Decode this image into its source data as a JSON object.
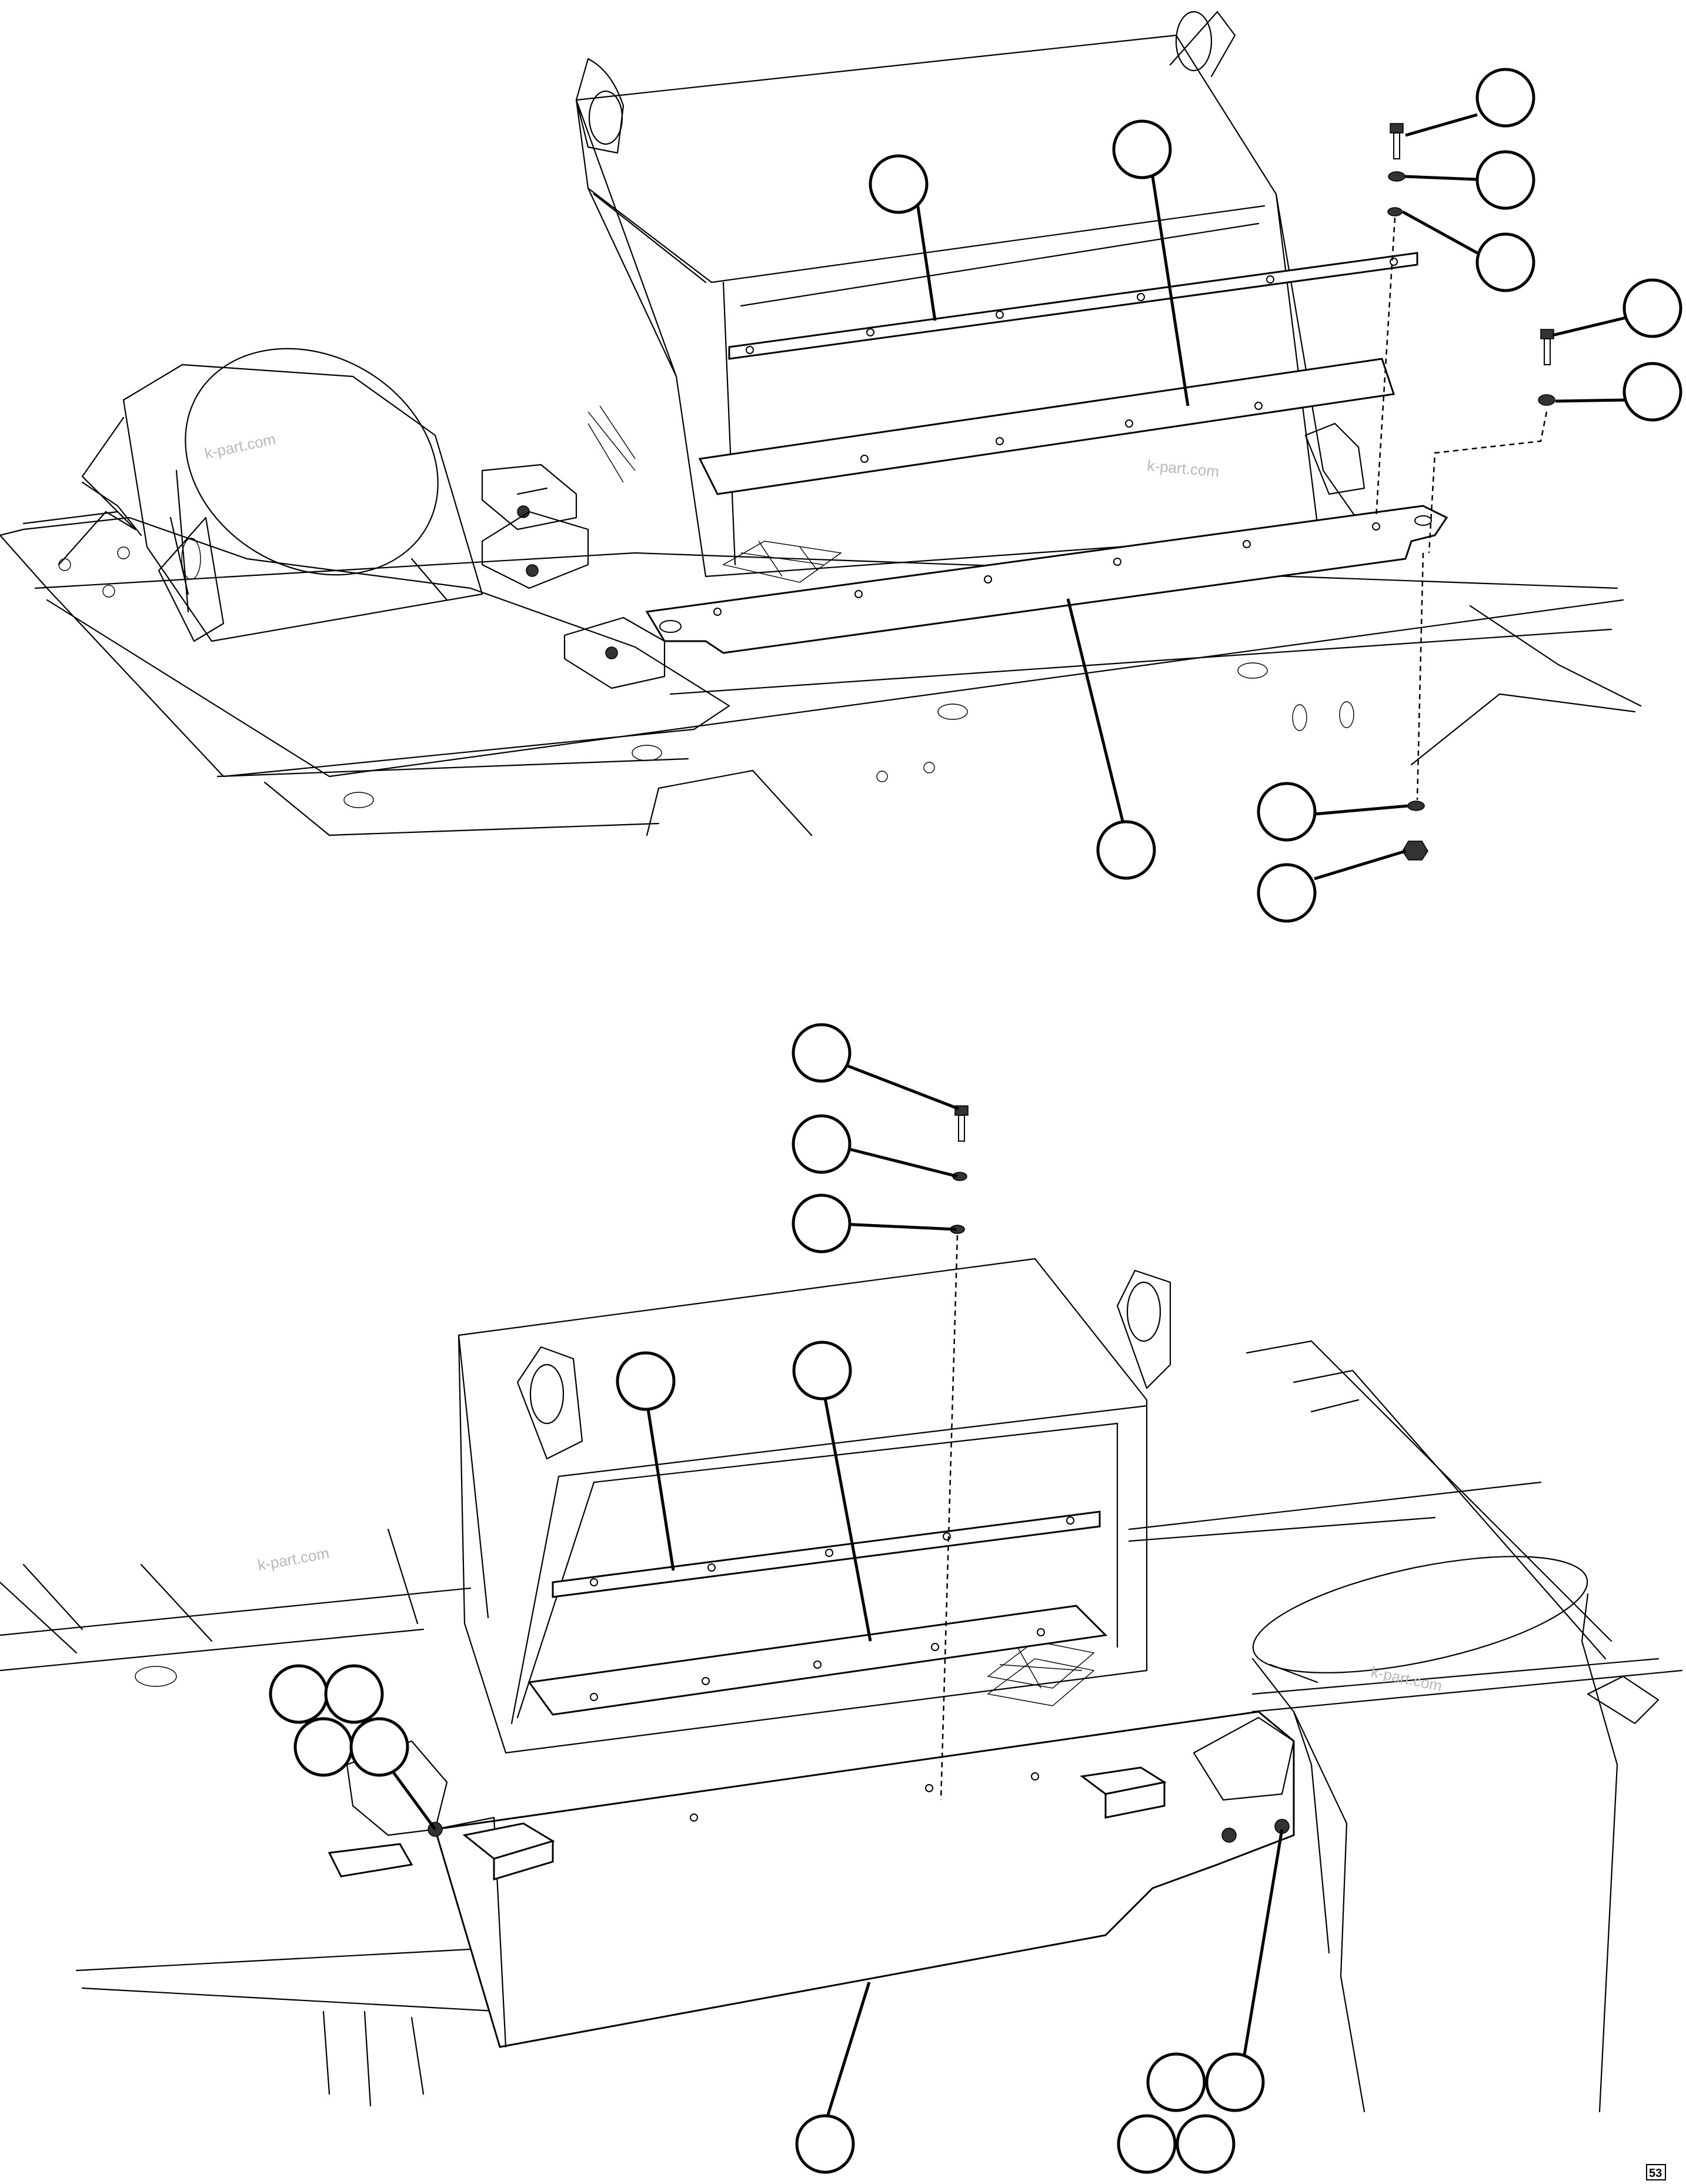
{
  "watermarks": [
    {
      "id": "wm1",
      "text": "k-part.com"
    },
    {
      "id": "wm2",
      "text": "k-part.com"
    },
    {
      "id": "wm3",
      "text": "k-part.com"
    },
    {
      "id": "wm4",
      "text": "k-part.com"
    }
  ],
  "page_code": "53"
}
